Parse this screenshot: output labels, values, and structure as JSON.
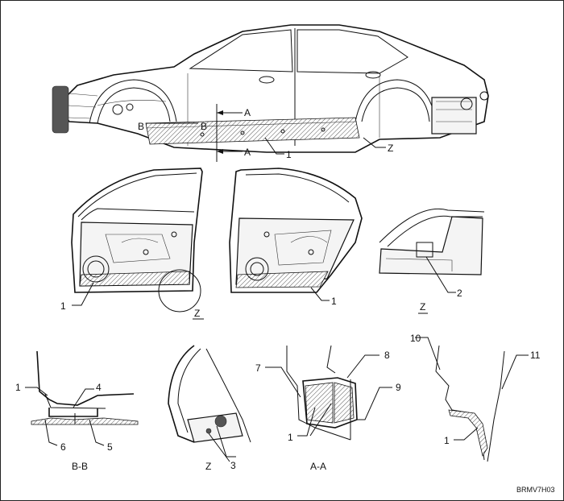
{
  "labels": {
    "section_a": "A",
    "section_b": "B",
    "view_z": "Z",
    "callout_1": "1",
    "callout_2": "2",
    "callout_3": "3",
    "callout_4": "4",
    "callout_5": "5",
    "callout_6": "6",
    "callout_7": "7",
    "callout_8": "8",
    "callout_9": "9",
    "callout_10": "10",
    "callout_11": "11",
    "caption_bb": "B-B",
    "caption_aa": "A-A",
    "figure_code": "BRMV7H03"
  }
}
